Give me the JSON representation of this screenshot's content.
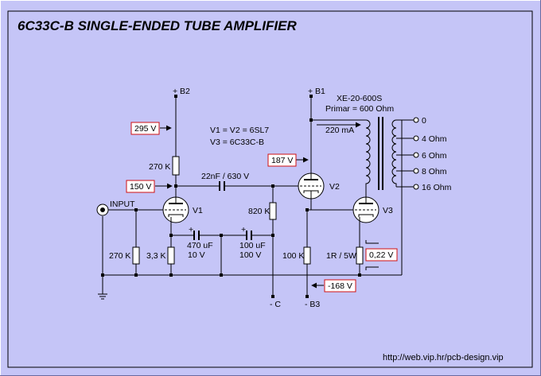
{
  "title": "6C33C-B SINGLE-ENDED TUBE AMPLIFIER",
  "footer_url": "http://web.vip.hr/pcb-design.vip",
  "colors": {
    "background": "#c5c5f7",
    "line": "#000000",
    "highlight_border": "#d01010"
  },
  "supplies": {
    "b1": "+ B1",
    "b2": "+ B2",
    "b3": "- B3",
    "c": "- C"
  },
  "tubes": {
    "v1": "V1",
    "v2": "V2",
    "v3": "V3"
  },
  "tube_types": {
    "v1_v2": "V1 = V2 = 6SL7",
    "v3": "V3 = 6C33C-B"
  },
  "transformer": {
    "name": "XE-20-600S",
    "primary": "Primar = 600 Ohm",
    "current": "220 mA",
    "taps": [
      "0",
      "4 Ohm",
      "6 Ohm",
      "8 Ohm",
      "16 Ohm"
    ]
  },
  "input_label": "INPUT",
  "components": {
    "r_b2": "270 K",
    "r_grid_v1": "270 K",
    "r_cathode_v1": "3,3 K",
    "cap_cathode_v1_value": "470 uF",
    "cap_cathode_v1_voltage": "10 V",
    "cap_bias_value": "100 uF",
    "cap_bias_voltage": "100 V",
    "cap_coupling": "22nF / 630 V",
    "r_grid_v2": "820 K",
    "r_v2_cathode": "100 K",
    "r_v3_cathode": "1R / 5W"
  },
  "voltages": {
    "b2_node": "295 V",
    "v1_anode": "150 V",
    "v2_anode": "187 V",
    "v3_cathode": "0,22 V",
    "b3": "-168 V"
  }
}
